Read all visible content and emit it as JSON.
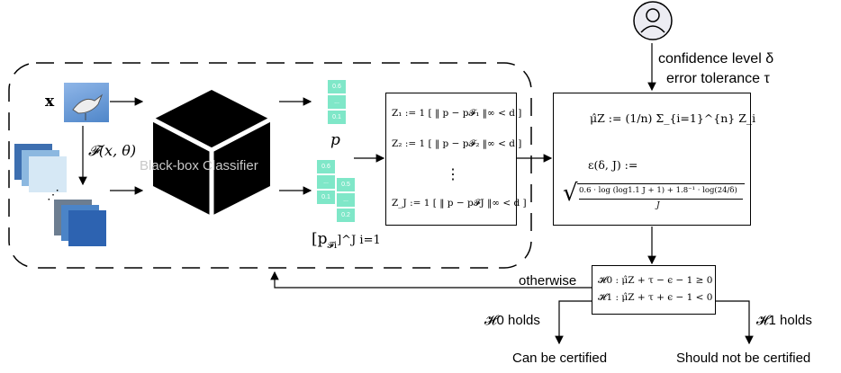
{
  "labels": {
    "input_x": "x",
    "transform": "𝓕(x, θ)",
    "classifier": "Black-box Classifier",
    "p_label": "p",
    "pf_label": "[p",
    "pf_sub": "𝓕i",
    "pf_range": "]^J i=1",
    "confidence": "confidence level δ",
    "tolerance": "error tolerance τ",
    "otherwise": "otherwise",
    "h0_holds": "𝓗0 holds",
    "h1_holds": "𝓗1 holds",
    "can_certify": "Can be certified",
    "cannot_certify": "Should not be certified"
  },
  "prob_vector": [
    "0.6",
    "...",
    "0.1"
  ],
  "prob_vector_a": [
    "0.6",
    "...",
    "0.1"
  ],
  "prob_vector_b": [
    "0.5",
    "...",
    "0.2"
  ],
  "z_rows": [
    "Z₁ := 1 [ ‖ p − p𝓕₁ ‖∞ < d ]",
    "Z₂ := 1 [ ‖ p − p𝓕₂ ‖∞ < d ]",
    "⋮",
    "Z_J := 1 [ ‖ p − p𝓕J ‖∞ < d ]"
  ],
  "estimator": {
    "mu_line": "μ̂Z := (1/n) Σ_{i=1}^{n} Z_i",
    "eps_line": "ε(δ, J) :=",
    "sqrt_num": "0.6 · log (log1.1 J + 1) + 1.8⁻¹ · log(24/δ)",
    "sqrt_den": "J"
  },
  "hypotheses": {
    "h0": "𝓗0 : μ̂Z + τ − ϵ − 1 ≥ 0",
    "h1": "𝓗1 : μ̂Z + τ + ϵ − 1 < 0"
  }
}
